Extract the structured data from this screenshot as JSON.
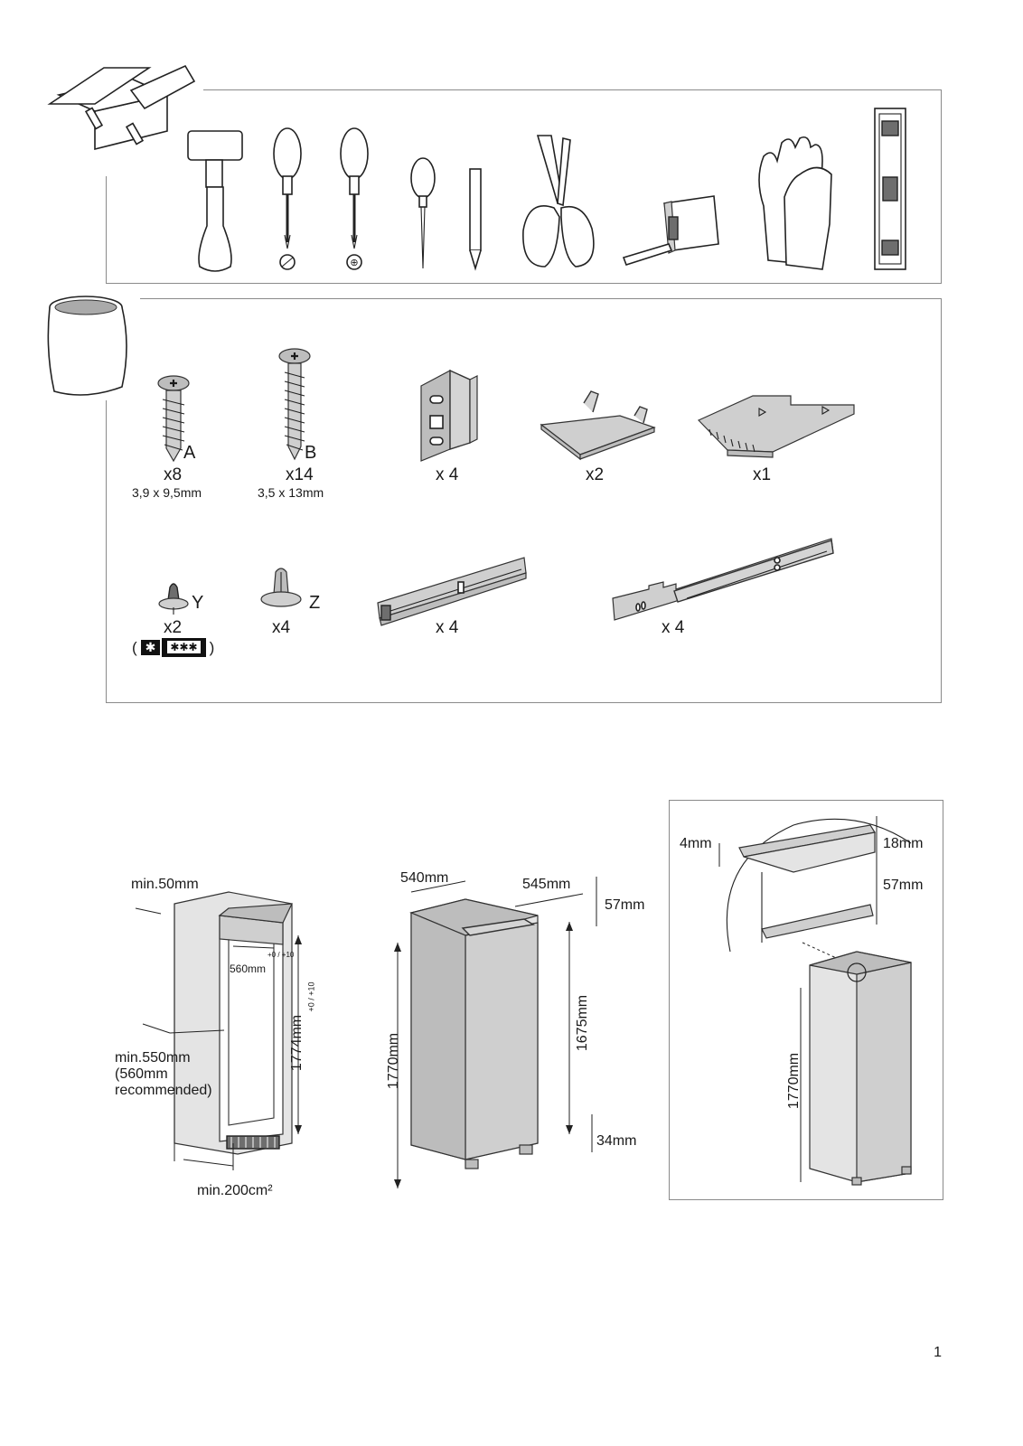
{
  "parts": {
    "screw_a": {
      "letter": "A",
      "qty": "x8",
      "size": "3,9 x 9,5mm"
    },
    "screw_b": {
      "letter": "B",
      "qty": "x14",
      "size": "3,5 x 13mm"
    },
    "bracket_qty": "x 4",
    "plate_qty": "x2",
    "cover_qty": "x1",
    "plug_y": {
      "letter": "Y",
      "qty": "x2",
      "label": "( ✱ ✱✱✱ )"
    },
    "plug_z": {
      "letter": "Z",
      "qty": "x4"
    },
    "rail_short_qty": "x 4",
    "rail_long_qty": "x 4"
  },
  "niche": {
    "top_gap": "min.50mm",
    "width": "560mm",
    "width_tol": "+0 / +10",
    "height": "1774mm",
    "height_tol": "+0 / +10",
    "depth": "min.550mm",
    "depth_note": "(560mm",
    "depth_note2": "recommended)",
    "vent": "min.200cm²"
  },
  "appliance": {
    "depth": "540mm",
    "door_depth": "545mm",
    "top": "57mm",
    "door_height": "1675mm",
    "height": "1770mm",
    "bottom": "34mm"
  },
  "detail": {
    "gap": "4mm",
    "thickness": "18mm",
    "top": "57mm",
    "height": "1770mm"
  },
  "page_number": "1"
}
